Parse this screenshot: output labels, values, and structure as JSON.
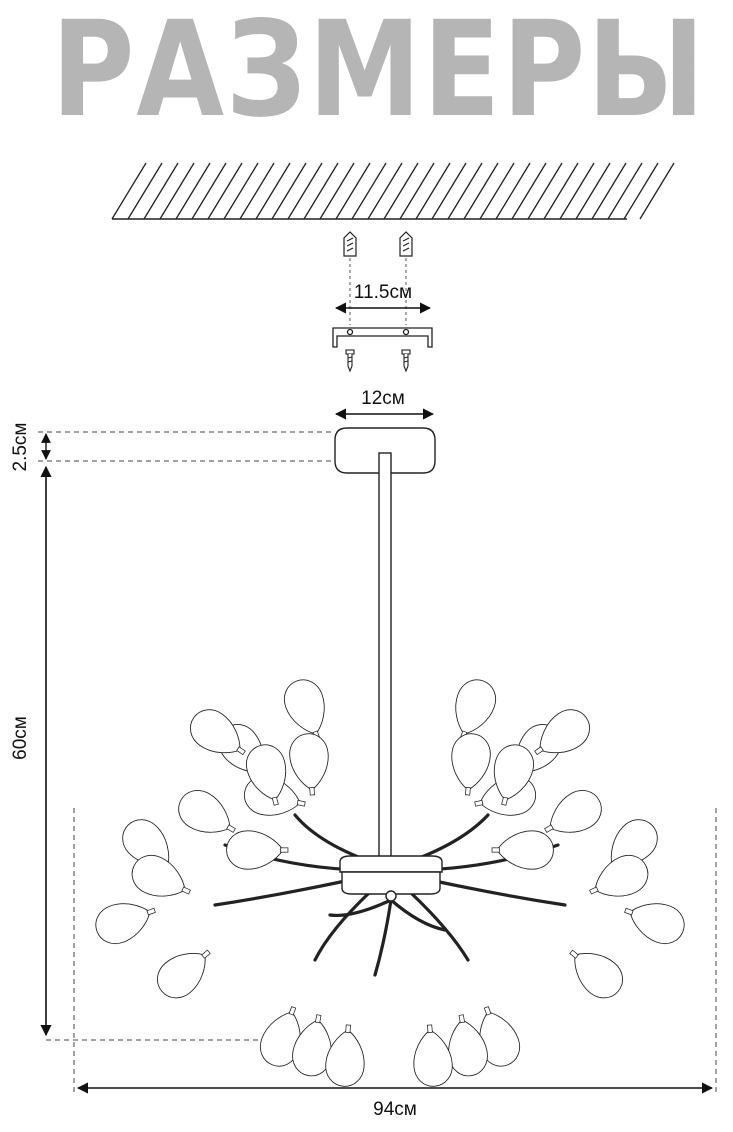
{
  "title": "РАЗМЕРЫ",
  "dimensions": {
    "mount_bracket_spacing": "11.5см",
    "canopy_diameter": "12см",
    "canopy_height": "2.5см",
    "drop_height": "60см",
    "overall_width": "94см"
  },
  "colors": {
    "title": "#b5b5b5",
    "lines": "#222222",
    "background": "#ffffff"
  }
}
